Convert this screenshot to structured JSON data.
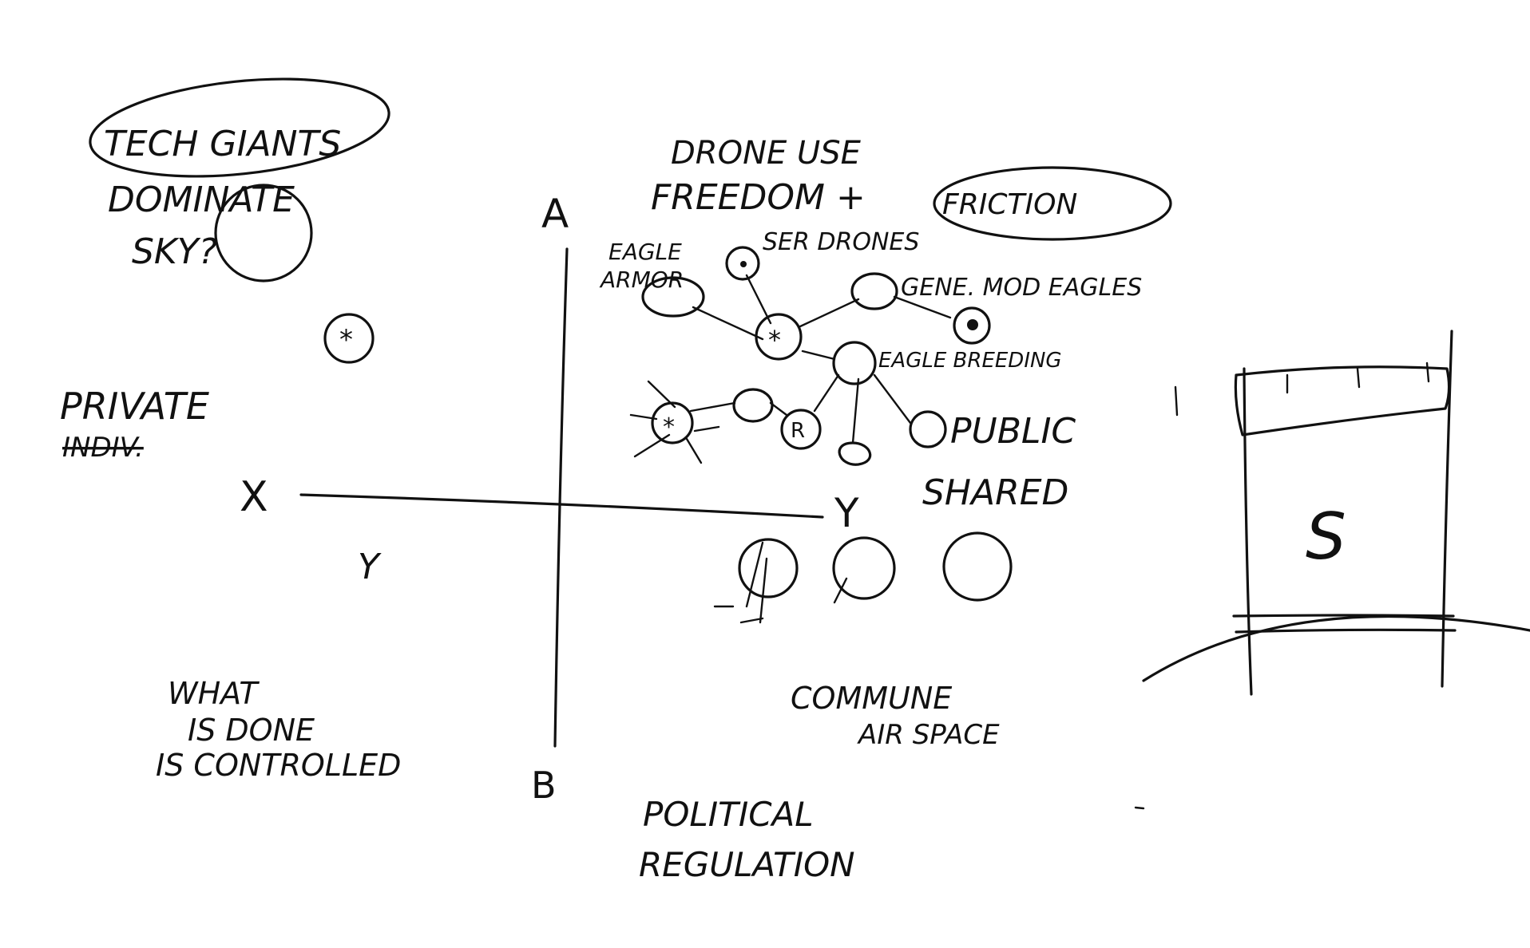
{
  "top_left": {
    "line1": "TECH GIANTS",
    "line2": "DOMINATE",
    "line3": "SKY?"
  },
  "left": {
    "private": "PRIVATE",
    "indiv": "INDIV."
  },
  "axes": {
    "a": "A",
    "b": "B",
    "x": "X",
    "y": "Y",
    "small_y": "Y"
  },
  "title": {
    "line1": "DRONE USE",
    "line2": "FREEDOM +",
    "friction": "FRICTION"
  },
  "nodes": {
    "eagle_armor_1": "EAGLE",
    "eagle_armor_2": "ARMOR",
    "ser_drones": "SER DRONES",
    "gene_mod_eagles": "GENE. MOD EAGLES",
    "eagle_breeding": "EAGLE BREEDING",
    "r_label": "R"
  },
  "right_side": {
    "public": "PUBLIC",
    "shared": "SHARED",
    "s_mark": "S"
  },
  "bottom": {
    "what_1": "WHAT",
    "what_2": "IS DONE",
    "what_3": "IS CONTROLLED",
    "commune_1": "COMMUNE",
    "commune_2": "AIR SPACE",
    "political_1": "POLITICAL",
    "political_2": "REGULATION"
  }
}
